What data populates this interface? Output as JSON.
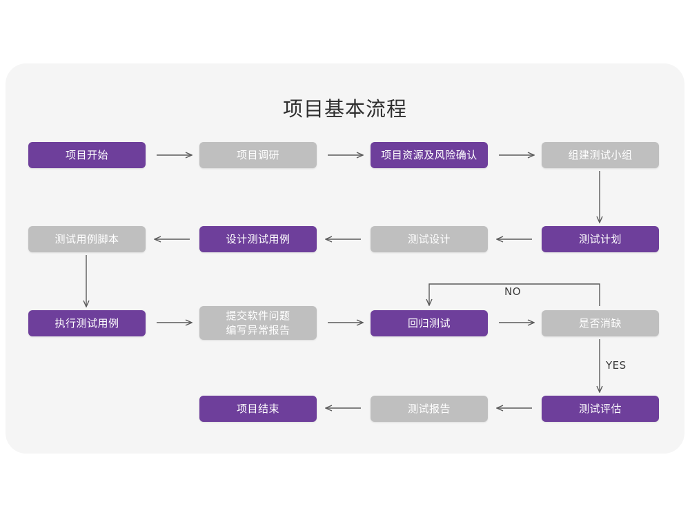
{
  "page": {
    "background_color": "#ffffff",
    "card_color": "#f5f5f5"
  },
  "title": "项目基本流程",
  "palette": {
    "purple": "#6e3f9b",
    "gray": "#bfbfbf",
    "node_text": "#ffffff",
    "title_text": "#2f2f2f",
    "connector": "#5a5a5a"
  },
  "nodes": [
    {
      "id": "n1",
      "label": "项目开始",
      "style": "purple"
    },
    {
      "id": "n2",
      "label": "项目调研",
      "style": "gray"
    },
    {
      "id": "n3",
      "label": "项目资源及风险确认",
      "style": "purple"
    },
    {
      "id": "n4",
      "label": "组建测试小组",
      "style": "gray"
    },
    {
      "id": "n5",
      "label": "测试计划",
      "style": "purple"
    },
    {
      "id": "n6",
      "label": "测试设计",
      "style": "gray"
    },
    {
      "id": "n7",
      "label": "设计测试用例",
      "style": "purple"
    },
    {
      "id": "n8",
      "label": "测试用例脚本",
      "style": "gray"
    },
    {
      "id": "n9",
      "label": "执行测试用例",
      "style": "purple"
    },
    {
      "id": "n10",
      "label": "提交软件问题\n编写异常报告",
      "style": "gray"
    },
    {
      "id": "n11",
      "label": "回归测试",
      "style": "purple"
    },
    {
      "id": "n12",
      "label": "是否消缺",
      "style": "gray"
    },
    {
      "id": "n13",
      "label": "测试评估",
      "style": "purple"
    },
    {
      "id": "n14",
      "label": "测试报告",
      "style": "gray"
    },
    {
      "id": "n15",
      "label": "项目结束",
      "style": "purple"
    }
  ],
  "edge_labels": {
    "no": "NO",
    "yes": "YES"
  },
  "chart_data": {
    "type": "diagram",
    "title": "项目基本流程",
    "diagram_kind": "flowchart",
    "flow_order": [
      "项目开始",
      "项目调研",
      "项目资源及风险确认",
      "组建测试小组",
      "测试计划",
      "测试设计",
      "设计测试用例",
      "测试用例脚本",
      "执行测试用例",
      "提交软件问题 编写异常报告",
      "回归测试",
      "是否消缺",
      "测试评估",
      "测试报告",
      "项目结束"
    ],
    "edges": [
      {
        "from": "项目开始",
        "to": "项目调研",
        "label": "",
        "direction": "right"
      },
      {
        "from": "项目调研",
        "to": "项目资源及风险确认",
        "label": "",
        "direction": "right"
      },
      {
        "from": "项目资源及风险确认",
        "to": "组建测试小组",
        "label": "",
        "direction": "right"
      },
      {
        "from": "组建测试小组",
        "to": "测试计划",
        "label": "",
        "direction": "down"
      },
      {
        "from": "测试计划",
        "to": "测试设计",
        "label": "",
        "direction": "left"
      },
      {
        "from": "测试设计",
        "to": "设计测试用例",
        "label": "",
        "direction": "left"
      },
      {
        "from": "设计测试用例",
        "to": "测试用例脚本",
        "label": "",
        "direction": "left"
      },
      {
        "from": "测试用例脚本",
        "to": "执行测试用例",
        "label": "",
        "direction": "down"
      },
      {
        "from": "执行测试用例",
        "to": "提交软件问题 编写异常报告",
        "label": "",
        "direction": "right"
      },
      {
        "from": "提交软件问题 编写异常报告",
        "to": "回归测试",
        "label": "",
        "direction": "right"
      },
      {
        "from": "回归测试",
        "to": "是否消缺",
        "label": "",
        "direction": "right"
      },
      {
        "from": "是否消缺",
        "to": "回归测试",
        "label": "NO",
        "direction": "loop-up-left"
      },
      {
        "from": "是否消缺",
        "to": "测试评估",
        "label": "YES",
        "direction": "down"
      },
      {
        "from": "测试评估",
        "to": "测试报告",
        "label": "",
        "direction": "left"
      },
      {
        "from": "测试报告",
        "to": "项目结束",
        "label": "",
        "direction": "left"
      }
    ]
  }
}
